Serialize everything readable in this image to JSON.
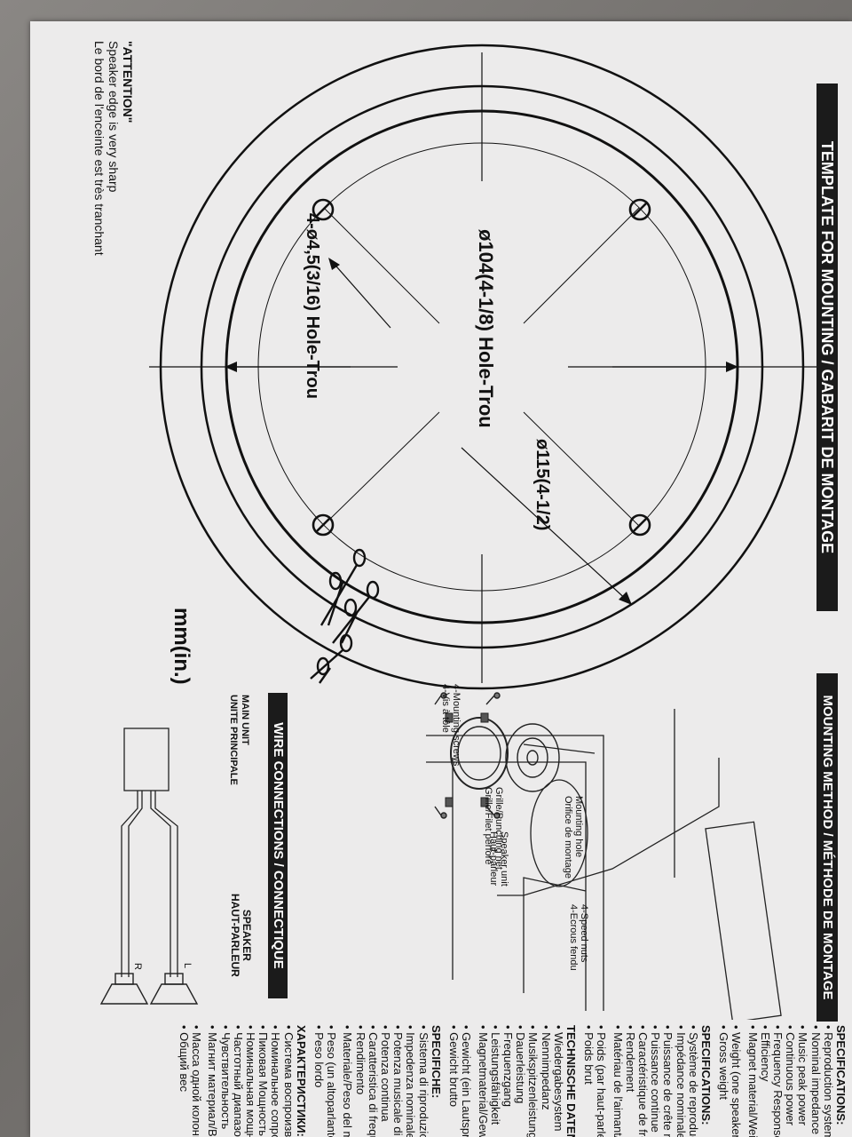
{
  "attention": {
    "title": "\"ATTENTION\"",
    "line_en": "Speaker edge is very sharp",
    "line_fr": "Le bord de l'enceinte est très tranchant"
  },
  "template": {
    "header": "TEMPLATE FOR MOUNTING / GABARIT DE MONTAGE",
    "dim_hole": "ø104(4-1/8) Hole-Trou",
    "dim_outer": "ø115(4-1/2)",
    "dim_screw": "4-ø4,5(3/16) Hole-Trou",
    "units": "mm(in.)"
  },
  "mounting": {
    "header": "MOUNTING METHOD / MÉTHODE DE MONTAGE",
    "label_hole": [
      "Mounting hole",
      "Orifice de montage"
    ],
    "label_nuts": [
      "4-Speed nuts",
      "4-Ecrous fendu"
    ],
    "label_speaker": [
      "Speaker unit",
      "Haut-parleur"
    ],
    "label_grille": [
      "Grille/Punching net",
      "Grille/Filet perforé"
    ],
    "label_screws": [
      "4-Mounting screws",
      "4-Vis à tôle"
    ]
  },
  "wire": {
    "header": "WIRE CONNECTIONS / CONNECTIQUE",
    "main_unit": [
      "MAIN UNIT",
      "UNITE PRINCIPALE"
    ],
    "speaker": [
      "SPEAKER",
      "HAUT-PARLEUR"
    ],
    "left": "L",
    "right": "R"
  },
  "specs": [
    {
      "heading": "SPECIFICATIONS:",
      "items": [
        "• Reproduction system",
        "• Nominal impedance",
        "• Music peak power",
        "• Continuous power",
        "• Frequency Response",
        "• Efficiency",
        "• Magnet material/Weight"
      ]
    },
    {
      "heading": "",
      "items": [
        "• Weight (one speaker)",
        "• Gross weight"
      ]
    },
    {
      "heading": "SPECIFICATIONS:",
      "items": [
        "• Système de reproduction",
        "• Impédance nominale",
        "• Puissance de crête musicale",
        "• Puissance continue",
        "• Caractéristique de fréquence",
        "• Rendement",
        "• Matériau de l'aimant/Poids"
      ]
    },
    {
      "heading": "",
      "items": [
        "• Poids (par haut-parleur)",
        "• Poids brut"
      ]
    },
    {
      "heading": "TECHNISCHE DATEN:",
      "items": [
        "• Wiedergabesystem",
        "• Nennimpedanz",
        "• Musikspitzenleistung",
        "• Dauerleistung",
        "• Frequenzgang",
        "• Leistungsfähigkeit",
        "• Magnetmaterial/Gewicht"
      ]
    },
    {
      "heading": "",
      "items": [
        "• Gewicht (ein Lautsprecher)",
        "• Gewicht brutto"
      ]
    },
    {
      "heading": "SPECIFICHE:",
      "items": [
        "• Sistema di riproduzione",
        "• Impedenza nominale",
        "• Potenza musicale di pico",
        "• Potenza continua",
        "• Caratteristica di frequenza",
        "• Rendimento",
        "• Materiale/Peso del magnete"
      ]
    },
    {
      "heading": "",
      "items": [
        "• Peso (un altoparlante)",
        "• Peso lordo"
      ]
    },
    {
      "heading": "ХАРАКТЕРИСТИКИ:",
      "items": [
        "• Система воспроизведения",
        "• Номинальное сопротивление",
        "• Пиковая Мощность",
        "• Номинальная мощность",
        "• Частотный диапазон",
        "• Чувствительность",
        "• Магнит материал/Вес"
      ]
    },
    {
      "heading": "",
      "items": [
        "• Масса одной колонки",
        "• Общий вес"
      ]
    }
  ]
}
